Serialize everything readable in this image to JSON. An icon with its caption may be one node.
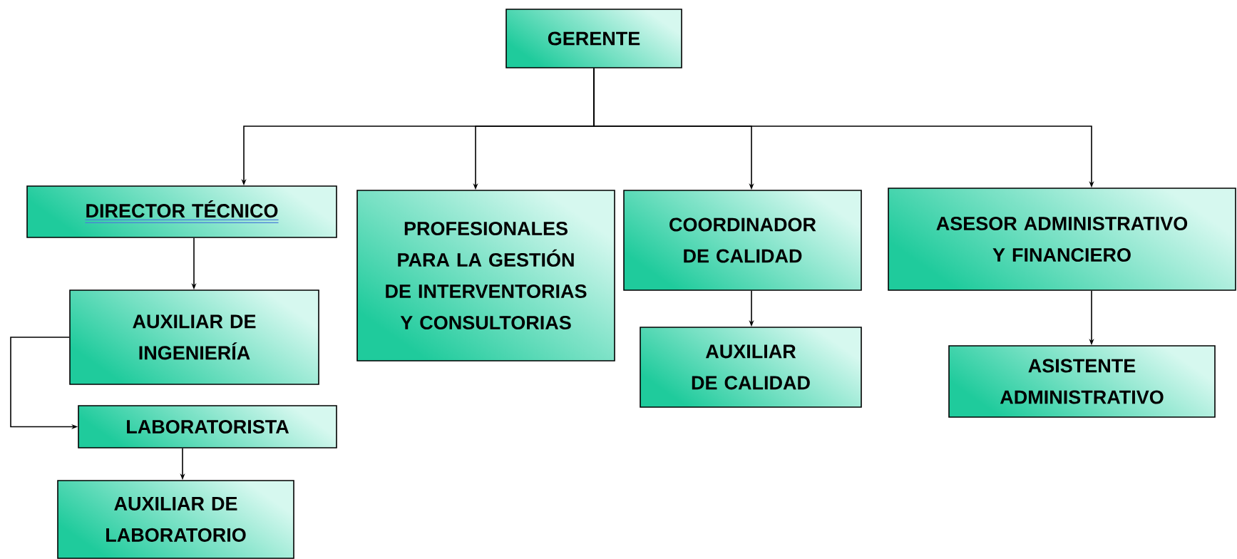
{
  "diagram": {
    "nodes": [
      {
        "text": [
          "GERENTE"
        ]
      },
      {
        "text": [
          "DIRECTOR  TÉCNICO"
        ]
      },
      {
        "text": [
          "PROFESIONALES PARA LA GESTIÓN DE INTERVENTORIAS Y CONSULTORIAS"
        ]
      },
      {
        "text": [
          "COORDINADOR DE CALIDAD"
        ]
      },
      {
        "text": [
          "ASESOR ADMINISTRATIVO Y FINANCIERO"
        ]
      },
      {
        "text": [
          "AUXILIAR DE INGENIERÍA"
        ]
      },
      {
        "text": [
          "LABORATORISTA"
        ]
      },
      {
        "text": [
          "AUXILIAR DE LABORATORIO"
        ]
      },
      {
        "text": [
          "AUXILIAR DE CALIDAD"
        ]
      },
      {
        "text": [
          "ASISTENTE ADMINISTRATIVO"
        ]
      }
    ],
    "edges": [
      {
        "from": 0,
        "to": 1,
        "arrow": "to"
      },
      {
        "from": 0,
        "to": 2,
        "arrow": "to"
      },
      {
        "from": 0,
        "to": 3,
        "arrow": "to"
      },
      {
        "from": 0,
        "to": 4,
        "arrow": "to"
      },
      {
        "from": 1,
        "to": 5,
        "arrow": "to"
      },
      {
        "from": 5,
        "to": 6,
        "arrow": "to"
      },
      {
        "from": 6,
        "to": 7,
        "arrow": "to"
      },
      {
        "from": 3,
        "to": 8,
        "arrow": "to"
      },
      {
        "from": 4,
        "to": 9,
        "arrow": "to"
      }
    ]
  }
}
